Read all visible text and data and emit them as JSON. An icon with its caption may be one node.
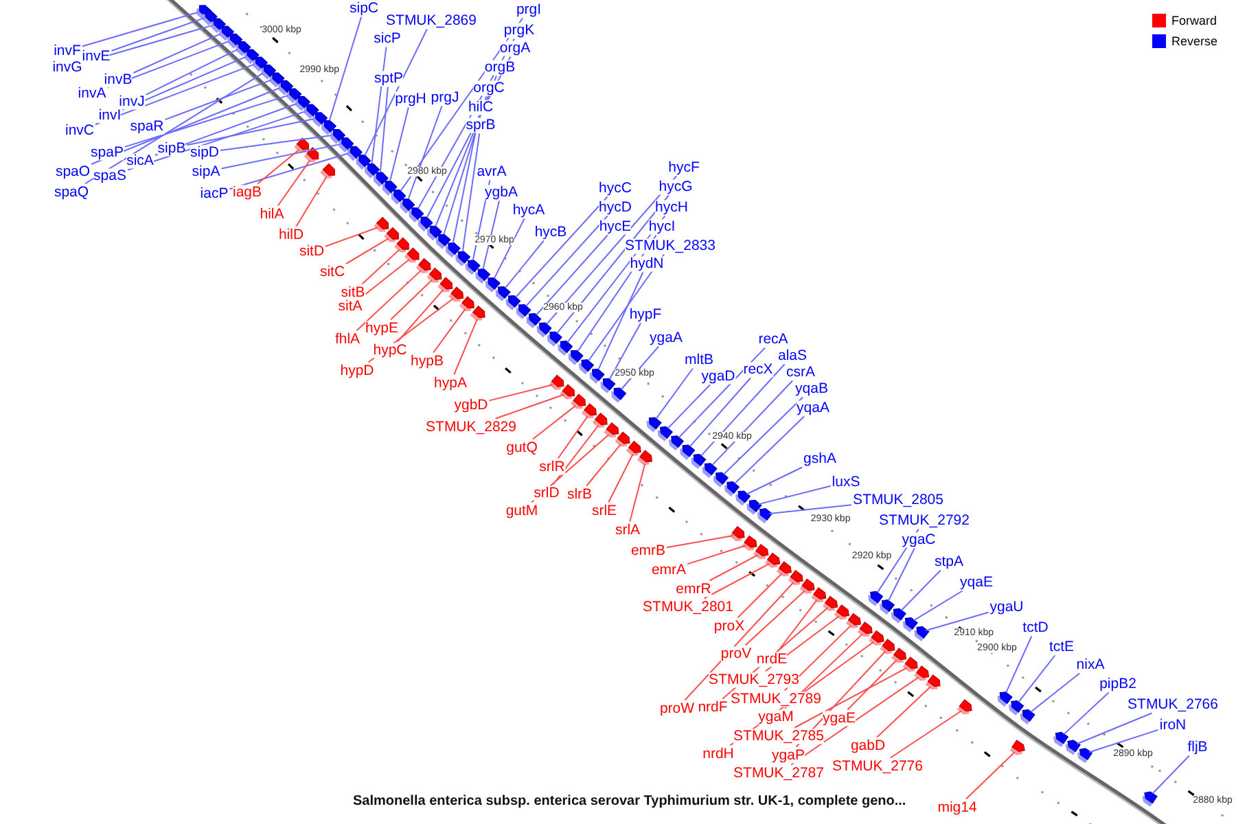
{
  "diagram": {
    "caption": "Salmonella enterica subsp. enterica serovar Typhimurium str. UK-1, complete geno...",
    "nodes": [
      {
        "text": [
          "sipC"
        ]
      },
      {
        "text": [
          "STMUK_2869"
        ]
      },
      {
        "text": [
          "prgI"
        ]
      },
      {
        "text": [
          "prgK"
        ]
      },
      {
        "text": [
          "sicP"
        ]
      },
      {
        "text": [
          "orgA"
        ]
      },
      {
        "text": [
          "invF"
        ]
      },
      {
        "text": [
          "invE"
        ]
      },
      {
        "text": [
          "orgB"
        ]
      },
      {
        "text": [
          "invG"
        ]
      },
      {
        "text": [
          "sptP"
        ]
      },
      {
        "text": [
          "invB"
        ]
      },
      {
        "text": [
          "orgC"
        ]
      },
      {
        "text": [
          "invA"
        ]
      },
      {
        "text": [
          "prgH"
        ]
      },
      {
        "text": [
          "prgJ"
        ]
      },
      {
        "text": [
          "invJ"
        ]
      },
      {
        "text": [
          "hilC"
        ]
      },
      {
        "text": [
          "invI"
        ]
      },
      {
        "text": [
          "sprB"
        ]
      },
      {
        "text": [
          "spaR"
        ]
      },
      {
        "text": [
          "invC"
        ]
      },
      {
        "text": [
          "sipB"
        ]
      },
      {
        "text": [
          "spaP"
        ]
      },
      {
        "text": [
          "sipD"
        ]
      },
      {
        "text": [
          "sicA"
        ]
      },
      {
        "text": [
          "spaO"
        ]
      },
      {
        "text": [
          "sipA"
        ]
      },
      {
        "text": [
          "avrA"
        ]
      },
      {
        "text": [
          "spaS"
        ]
      },
      {
        "text": [
          "hycF"
        ]
      },
      {
        "text": [
          "hycC"
        ]
      },
      {
        "text": [
          "hycG"
        ]
      },
      {
        "text": [
          "spaQ"
        ]
      },
      {
        "text": [
          "iacP"
        ]
      },
      {
        "text": [
          "iagB"
        ]
      },
      {
        "text": [
          "ygbA"
        ]
      },
      {
        "text": [
          "hycD"
        ]
      },
      {
        "text": [
          "hycH"
        ]
      },
      {
        "text": [
          "hycA"
        ]
      },
      {
        "text": [
          "hilA"
        ]
      },
      {
        "text": [
          "hycE"
        ]
      },
      {
        "text": [
          "hycI"
        ]
      },
      {
        "text": [
          "hycB"
        ]
      },
      {
        "text": [
          "hilD"
        ]
      },
      {
        "text": [
          "STMUK_2833"
        ]
      },
      {
        "text": [
          "sitD"
        ]
      },
      {
        "text": [
          "hydN"
        ]
      },
      {
        "text": [
          "sitC"
        ]
      },
      {
        "text": [
          "sitB"
        ]
      },
      {
        "text": [
          "sitA"
        ]
      },
      {
        "text": [
          "hypF"
        ]
      },
      {
        "text": [
          "hypE"
        ]
      },
      {
        "text": [
          "ygaA"
        ]
      },
      {
        "text": [
          "recA"
        ]
      },
      {
        "text": [
          "fhlA"
        ]
      },
      {
        "text": [
          "hypC"
        ]
      },
      {
        "text": [
          "alaS"
        ]
      },
      {
        "text": [
          "mltB"
        ]
      },
      {
        "text": [
          "hypB"
        ]
      },
      {
        "text": [
          "recX"
        ]
      },
      {
        "text": [
          "hypD"
        ]
      },
      {
        "text": [
          "csrA"
        ]
      },
      {
        "text": [
          "ygaD"
        ]
      },
      {
        "text": [
          "hypA"
        ]
      },
      {
        "text": [
          "yqaB"
        ]
      },
      {
        "text": [
          "ygbD"
        ]
      },
      {
        "text": [
          "yqaA"
        ]
      },
      {
        "text": [
          "STMUK_2829"
        ]
      },
      {
        "text": [
          "gutQ"
        ]
      },
      {
        "text": [
          "gshA"
        ]
      },
      {
        "text": [
          "srlR"
        ]
      },
      {
        "text": [
          "luxS"
        ]
      },
      {
        "text": [
          "srlD"
        ]
      },
      {
        "text": [
          "slrB"
        ]
      },
      {
        "text": [
          "STMUK_2805"
        ]
      },
      {
        "text": [
          "gutM"
        ]
      },
      {
        "text": [
          "srlE"
        ]
      },
      {
        "text": [
          "STMUK_2792"
        ]
      },
      {
        "text": [
          "srlA"
        ]
      },
      {
        "text": [
          "ygaC"
        ]
      },
      {
        "text": [
          "emrB"
        ]
      },
      {
        "text": [
          "stpA"
        ]
      },
      {
        "text": [
          "emrA"
        ]
      },
      {
        "text": [
          "yqaE"
        ]
      },
      {
        "text": [
          "emrR"
        ]
      },
      {
        "text": [
          "STMUK_2801"
        ]
      },
      {
        "text": [
          "ygaU"
        ]
      },
      {
        "text": [
          "proX"
        ]
      },
      {
        "text": [
          "tctD"
        ]
      },
      {
        "text": [
          "tctE"
        ]
      },
      {
        "text": [
          "proV"
        ]
      },
      {
        "text": [
          "nrdE"
        ]
      },
      {
        "text": [
          "nixA"
        ]
      },
      {
        "text": [
          "STMUK_2793"
        ]
      },
      {
        "text": [
          "pipB2"
        ]
      },
      {
        "text": [
          "STMUK_2789"
        ]
      },
      {
        "text": [
          "STMUK_2766"
        ]
      },
      {
        "text": [
          "proW"
        ]
      },
      {
        "text": [
          "nrdF"
        ]
      },
      {
        "text": [
          "ygaM"
        ]
      },
      {
        "text": [
          "ygaE"
        ]
      },
      {
        "text": [
          "iroN"
        ]
      },
      {
        "text": [
          "STMUK_2785"
        ]
      },
      {
        "text": [
          "gabD"
        ]
      },
      {
        "text": [
          "fljB"
        ]
      },
      {
        "text": [
          "nrdH"
        ]
      },
      {
        "text": [
          "ygaP"
        ]
      },
      {
        "text": [
          "STMUK_2776"
        ]
      },
      {
        "text": [
          "STMUK_2787"
        ]
      },
      {
        "text": [
          "mig14"
        ]
      },
      {
        "text": [],
        "shape": "arrow"
      },
      {
        "text": [],
        "shape": "arrow"
      },
      {
        "text": [],
        "shape": "arrow"
      },
      {
        "text": [],
        "shape": "arrow"
      },
      {
        "text": [],
        "shape": "arrow"
      },
      {
        "text": [],
        "shape": "arrow"
      },
      {
        "text": [],
        "shape": "arrow"
      },
      {
        "text": [],
        "shape": "arrow"
      },
      {
        "text": [],
        "shape": "arrow"
      },
      {
        "text": [],
        "shape": "arrow"
      },
      {
        "text": [],
        "shape": "arrow"
      },
      {
        "text": [],
        "shape": "arrow"
      },
      {
        "text": [],
        "shape": "arrow"
      },
      {
        "text": [],
        "shape": "arrow"
      },
      {
        "text": [],
        "shape": "arrow"
      },
      {
        "text": [],
        "shape": "arrow"
      },
      {
        "text": [],
        "shape": "arrow"
      },
      {
        "text": [],
        "shape": "arrow"
      },
      {
        "text": [],
        "shape": "arrow"
      },
      {
        "text": [],
        "shape": "arrow"
      },
      {
        "text": [],
        "shape": "arrow"
      },
      {
        "text": [],
        "shape": "arrow"
      },
      {
        "text": [],
        "shape": "arrow"
      },
      {
        "text": [],
        "shape": "arrow"
      },
      {
        "text": [],
        "shape": "arrow"
      },
      {
        "text": [],
        "shape": "arrow"
      },
      {
        "text": [],
        "shape": "arrow"
      },
      {
        "text": [],
        "shape": "arrow"
      },
      {
        "text": [],
        "shape": "arrow"
      },
      {
        "text": [],
        "shape": "arrow"
      },
      {
        "text": [],
        "shape": "arrow"
      },
      {
        "text": [],
        "shape": "arrow"
      },
      {
        "text": [],
        "shape": "arrow"
      },
      {
        "text": [],
        "shape": "arrow"
      },
      {
        "text": [],
        "shape": "arrow"
      },
      {
        "text": [],
        "shape": "arrow"
      },
      {
        "text": [],
        "shape": "arrow"
      },
      {
        "text": [],
        "shape": "arrow"
      },
      {
        "text": [],
        "shape": "arrow"
      },
      {
        "text": [],
        "shape": "arrow"
      },
      {
        "text": [],
        "shape": "arrow"
      },
      {
        "text": [],
        "shape": "arrow"
      },
      {
        "text": [],
        "shape": "arrow"
      },
      {
        "text": [],
        "shape": "arrow"
      },
      {
        "text": [],
        "shape": "arrow"
      },
      {
        "text": [],
        "shape": "arrow"
      },
      {
        "text": [],
        "shape": "arrow"
      },
      {
        "text": [],
        "shape": "arrow"
      },
      {
        "text": [],
        "shape": "arrow"
      },
      {
        "text": [],
        "shape": "arrow"
      },
      {
        "text": [],
        "shape": "arrow"
      },
      {
        "text": [],
        "shape": "arrow"
      },
      {
        "text": [],
        "shape": "arrow"
      },
      {
        "text": [],
        "shape": "arrow"
      },
      {
        "text": [],
        "shape": "arrow"
      },
      {
        "text": [],
        "shape": "arrow"
      },
      {
        "text": [],
        "shape": "arrow"
      },
      {
        "text": [],
        "shape": "arrow"
      },
      {
        "text": [],
        "shape": "arrow"
      },
      {
        "text": [],
        "shape": "arrow"
      },
      {
        "text": [],
        "shape": "arrow"
      },
      {
        "text": [],
        "shape": "arrow"
      },
      {
        "text": [],
        "shape": "arrow"
      },
      {
        "text": [],
        "shape": "arrow"
      },
      {
        "text": [],
        "shape": "arrow"
      },
      {
        "text": [],
        "shape": "arrow"
      },
      {
        "text": [],
        "shape": "arrow"
      },
      {
        "text": [],
        "shape": "arrow"
      },
      {
        "text": [],
        "shape": "arrow"
      },
      {
        "text": [],
        "shape": "arrow"
      },
      {
        "text": [],
        "shape": "arrow"
      },
      {
        "text": [],
        "shape": "arrow"
      },
      {
        "text": [],
        "shape": "arrow"
      },
      {
        "text": [],
        "shape": "arrow"
      },
      {
        "text": [],
        "shape": "arrow"
      },
      {
        "text": [],
        "shape": "arrow"
      },
      {
        "text": [],
        "shape": "arrow"
      },
      {
        "text": [],
        "shape": "arrow"
      },
      {
        "text": [],
        "shape": "arrow"
      },
      {
        "text": [],
        "shape": "arrow"
      },
      {
        "text": [],
        "shape": "arrow"
      },
      {
        "text": [],
        "shape": "arrow"
      },
      {
        "text": [],
        "shape": "arrow"
      },
      {
        "text": [],
        "shape": "arrow"
      },
      {
        "text": [],
        "shape": "arrow"
      },
      {
        "text": [],
        "shape": "arrow"
      },
      {
        "text": [],
        "shape": "arrow"
      },
      {
        "text": [],
        "shape": "arrow"
      },
      {
        "text": [],
        "shape": "arrow"
      },
      {
        "text": [],
        "shape": "arrow"
      },
      {
        "text": [],
        "shape": "arrow"
      },
      {
        "text": [],
        "shape": "arrow"
      },
      {
        "text": [],
        "shape": "arrow"
      },
      {
        "text": [],
        "shape": "arrow"
      },
      {
        "text": [],
        "shape": "arrow"
      },
      {
        "text": [],
        "shape": "arrow"
      },
      {
        "text": [],
        "shape": "arrow"
      },
      {
        "text": [],
        "shape": "arrow"
      },
      {
        "text": [],
        "shape": "arrow"
      },
      {
        "text": [],
        "shape": "arrow"
      },
      {
        "text": [],
        "shape": "arrow"
      },
      {
        "text": [],
        "shape": "arrow"
      },
      {
        "text": [],
        "shape": "arrow"
      },
      {
        "text": [],
        "shape": "arrow"
      },
      {
        "text": [],
        "shape": "arrow"
      },
      {
        "text": [],
        "shape": "arrow"
      },
      {
        "text": [],
        "shape": "arrow"
      },
      {
        "text": [],
        "shape": "arrow"
      },
      {
        "text": [],
        "shape": "arrow"
      },
      {
        "text": [],
        "shape": "arrow"
      },
      {
        "text": [],
        "shape": "arrow"
      }
    ],
    "edges": [
      {
        "from": 0,
        "to": 111,
        "arrow": "none"
      },
      {
        "from": 1,
        "to": 112,
        "arrow": "none"
      },
      {
        "from": 2,
        "to": 113,
        "arrow": "none"
      },
      {
        "from": 3,
        "to": 114,
        "arrow": "none"
      },
      {
        "from": 4,
        "to": 115,
        "arrow": "none"
      },
      {
        "from": 5,
        "to": 116,
        "arrow": "none"
      },
      {
        "from": 6,
        "to": 117,
        "arrow": "none"
      },
      {
        "from": 7,
        "to": 118,
        "arrow": "none"
      },
      {
        "from": 8,
        "to": 119,
        "arrow": "none"
      },
      {
        "from": 9,
        "to": 120,
        "arrow": "none"
      },
      {
        "from": 10,
        "to": 121,
        "arrow": "none"
      },
      {
        "from": 11,
        "to": 122,
        "arrow": "none"
      },
      {
        "from": 12,
        "to": 123,
        "arrow": "none"
      },
      {
        "from": 13,
        "to": 124,
        "arrow": "none"
      },
      {
        "from": 14,
        "to": 125,
        "arrow": "none"
      },
      {
        "from": 15,
        "to": 126,
        "arrow": "none"
      },
      {
        "from": 16,
        "to": 127,
        "arrow": "none"
      },
      {
        "from": 17,
        "to": 128,
        "arrow": "none"
      },
      {
        "from": 18,
        "to": 129,
        "arrow": "none"
      },
      {
        "from": 19,
        "to": 130,
        "arrow": "none"
      },
      {
        "from": 20,
        "to": 131,
        "arrow": "none"
      },
      {
        "from": 21,
        "to": 132,
        "arrow": "none"
      },
      {
        "from": 22,
        "to": 133,
        "arrow": "none"
      },
      {
        "from": 23,
        "to": 134,
        "arrow": "none"
      },
      {
        "from": 24,
        "to": 135,
        "arrow": "none"
      },
      {
        "from": 25,
        "to": 136,
        "arrow": "none"
      },
      {
        "from": 26,
        "to": 137,
        "arrow": "none"
      },
      {
        "from": 27,
        "to": 138,
        "arrow": "none"
      },
      {
        "from": 28,
        "to": 139,
        "arrow": "none"
      },
      {
        "from": 29,
        "to": 140,
        "arrow": "none"
      },
      {
        "from": 30,
        "to": 141,
        "arrow": "none"
      },
      {
        "from": 31,
        "to": 142,
        "arrow": "none"
      },
      {
        "from": 32,
        "to": 143,
        "arrow": "none"
      },
      {
        "from": 33,
        "to": 144,
        "arrow": "none"
      },
      {
        "from": 34,
        "to": 145,
        "arrow": "none"
      },
      {
        "from": 35,
        "to": 146,
        "arrow": "none",
        "color": "#ff4d4d"
      },
      {
        "from": 36,
        "to": 147,
        "arrow": "none"
      },
      {
        "from": 37,
        "to": 148,
        "arrow": "none"
      },
      {
        "from": 38,
        "to": 149,
        "arrow": "none"
      },
      {
        "from": 39,
        "to": 150,
        "arrow": "none"
      },
      {
        "from": 40,
        "to": 151,
        "arrow": "none",
        "color": "#ff4d4d"
      },
      {
        "from": 41,
        "to": 152,
        "arrow": "none"
      },
      {
        "from": 42,
        "to": 153,
        "arrow": "none"
      },
      {
        "from": 43,
        "to": 154,
        "arrow": "none"
      },
      {
        "from": 44,
        "to": 155,
        "arrow": "none",
        "color": "#ff4d4d"
      },
      {
        "from": 45,
        "to": 156,
        "arrow": "none"
      },
      {
        "from": 46,
        "to": 157,
        "arrow": "none",
        "color": "#ff4d4d"
      },
      {
        "from": 47,
        "to": 158,
        "arrow": "none"
      },
      {
        "from": 48,
        "to": 159,
        "arrow": "none",
        "color": "#ff4d4d"
      },
      {
        "from": 49,
        "to": 160,
        "arrow": "none",
        "color": "#ff4d4d"
      },
      {
        "from": 50,
        "to": 161,
        "arrow": "none",
        "color": "#ff4d4d"
      },
      {
        "from": 51,
        "to": 162,
        "arrow": "none"
      },
      {
        "from": 52,
        "to": 163,
        "arrow": "none",
        "color": "#ff4d4d"
      },
      {
        "from": 53,
        "to": 164,
        "arrow": "none"
      },
      {
        "from": 54,
        "to": 165,
        "arrow": "none"
      },
      {
        "from": 55,
        "to": 166,
        "arrow": "none",
        "color": "#ff4d4d"
      },
      {
        "from": 56,
        "to": 167,
        "arrow": "none",
        "color": "#ff4d4d"
      },
      {
        "from": 57,
        "to": 168,
        "arrow": "none"
      },
      {
        "from": 58,
        "to": 169,
        "arrow": "none"
      },
      {
        "from": 59,
        "to": 170,
        "arrow": "none",
        "color": "#ff4d4d"
      },
      {
        "from": 60,
        "to": 171,
        "arrow": "none"
      },
      {
        "from": 61,
        "to": 172,
        "arrow": "none",
        "color": "#ff4d4d"
      },
      {
        "from": 62,
        "to": 173,
        "arrow": "none"
      },
      {
        "from": 63,
        "to": 174,
        "arrow": "none"
      },
      {
        "from": 64,
        "to": 175,
        "arrow": "none",
        "color": "#ff4d4d"
      },
      {
        "from": 65,
        "to": 176,
        "arrow": "none"
      },
      {
        "from": 66,
        "to": 177,
        "arrow": "none",
        "color": "#ff4d4d"
      },
      {
        "from": 67,
        "to": 178,
        "arrow": "none"
      },
      {
        "from": 68,
        "to": 179,
        "arrow": "none",
        "color": "#ff4d4d"
      },
      {
        "from": 69,
        "to": 180,
        "arrow": "none",
        "color": "#ff4d4d"
      },
      {
        "from": 70,
        "to": 181,
        "arrow": "none"
      },
      {
        "from": 71,
        "to": 182,
        "arrow": "none",
        "color": "#ff4d4d"
      },
      {
        "from": 72,
        "to": 183,
        "arrow": "none"
      },
      {
        "from": 73,
        "to": 184,
        "arrow": "none",
        "color": "#ff4d4d"
      },
      {
        "from": 74,
        "to": 185,
        "arrow": "none",
        "color": "#ff4d4d"
      },
      {
        "from": 75,
        "to": 186,
        "arrow": "none"
      },
      {
        "from": 76,
        "to": 187,
        "arrow": "none",
        "color": "#ff4d4d"
      },
      {
        "from": 77,
        "to": 188,
        "arrow": "none",
        "color": "#ff4d4d"
      },
      {
        "from": 78,
        "to": 189,
        "arrow": "none"
      },
      {
        "from": 79,
        "to": 190,
        "arrow": "none",
        "color": "#ff4d4d"
      },
      {
        "from": 80,
        "to": 191,
        "arrow": "none"
      },
      {
        "from": 81,
        "to": 192,
        "arrow": "none",
        "color": "#ff4d4d"
      },
      {
        "from": 82,
        "to": 193,
        "arrow": "none"
      },
      {
        "from": 83,
        "to": 194,
        "arrow": "none",
        "color": "#ff4d4d"
      },
      {
        "from": 84,
        "to": 195,
        "arrow": "none"
      },
      {
        "from": 85,
        "to": 196,
        "arrow": "none",
        "color": "#ff4d4d"
      },
      {
        "from": 86,
        "to": 197,
        "arrow": "none",
        "color": "#ff4d4d"
      },
      {
        "from": 87,
        "to": 198,
        "arrow": "none"
      },
      {
        "from": 88,
        "to": 199,
        "arrow": "none",
        "color": "#ff4d4d"
      },
      {
        "from": 89,
        "to": 200,
        "arrow": "none"
      },
      {
        "from": 90,
        "to": 201,
        "arrow": "none"
      },
      {
        "from": 91,
        "to": 202,
        "arrow": "none",
        "color": "#ff4d4d"
      },
      {
        "from": 92,
        "to": 203,
        "arrow": "none",
        "color": "#ff4d4d"
      },
      {
        "from": 93,
        "to": 204,
        "arrow": "none"
      },
      {
        "from": 94,
        "to": 205,
        "arrow": "none",
        "color": "#ff4d4d"
      },
      {
        "from": 95,
        "to": 206,
        "arrow": "none"
      },
      {
        "from": 96,
        "to": 207,
        "arrow": "none",
        "color": "#ff4d4d"
      },
      {
        "from": 97,
        "to": 208,
        "arrow": "none"
      },
      {
        "from": 98,
        "to": 209,
        "arrow": "none",
        "color": "#ff4d4d"
      },
      {
        "from": 99,
        "to": 210,
        "arrow": "none",
        "color": "#ff4d4d"
      },
      {
        "from": 100,
        "to": 211,
        "arrow": "none",
        "color": "#ff4d4d"
      },
      {
        "from": 101,
        "to": 212,
        "arrow": "none",
        "color": "#ff4d4d"
      },
      {
        "from": 102,
        "to": 213,
        "arrow": "none"
      },
      {
        "from": 103,
        "to": 214,
        "arrow": "none",
        "color": "#ff4d4d"
      },
      {
        "from": 104,
        "to": 215,
        "arrow": "none",
        "color": "#ff4d4d"
      },
      {
        "from": 105,
        "to": 216,
        "arrow": "none"
      },
      {
        "from": 106,
        "to": 217,
        "arrow": "none",
        "color": "#ff4d4d"
      },
      {
        "from": 107,
        "to": 218,
        "arrow": "none",
        "color": "#ff4d4d"
      },
      {
        "from": 108,
        "to": 219,
        "arrow": "none",
        "color": "#ff4d4d"
      },
      {
        "from": 109,
        "to": 220,
        "arrow": "none",
        "color": "#ff4d4d"
      },
      {
        "from": 110,
        "to": 221,
        "arrow": "none",
        "color": "#ff4d4d"
      }
    ],
    "labels": [
      "3000 kbp",
      "2990 kbp",
      "2980 kbp",
      "2970 kbp",
      "2960 kbp",
      "2950 kbp",
      "2940 kbp",
      "2930 kbp",
      "2920 kbp",
      "2910 kbp",
      "2900 kbp",
      "2890 kbp",
      "2880 kbp"
    ],
    "legend": [
      {
        "text": "Forward",
        "color": "#ff0000"
      },
      {
        "text": "Reverse",
        "color": "#0000ff"
      }
    ]
  }
}
